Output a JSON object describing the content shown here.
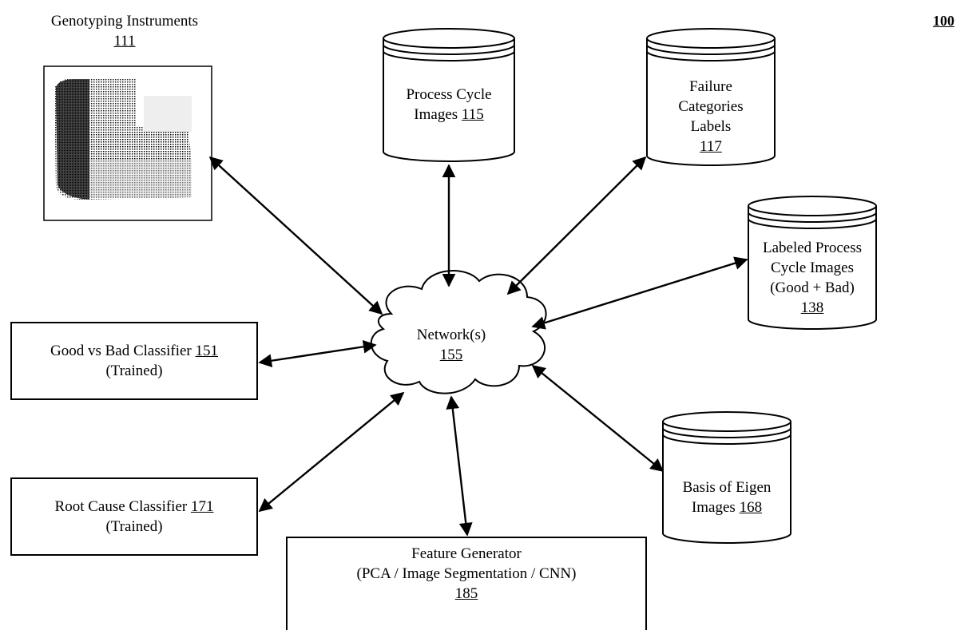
{
  "figure_number": "100",
  "nodes": {
    "genotyping_instruments": {
      "label": "Genotyping Instruments",
      "ref": "111"
    },
    "process_cycle_images": {
      "line1": "Process Cycle",
      "line2": "Images",
      "ref": "115"
    },
    "failure_categories_labels": {
      "line1": "Failure",
      "line2": "Categories",
      "line3": "Labels",
      "ref": "117"
    },
    "labeled_process_cycle_images": {
      "line1": "Labeled Process",
      "line2": "Cycle Images",
      "line3": "(Good + Bad)",
      "ref": "138"
    },
    "network": {
      "label": "Network(s)",
      "ref": "155"
    },
    "good_vs_bad_classifier": {
      "line1": "Good vs Bad Classifier",
      "ref": "151",
      "line2": "(Trained)"
    },
    "root_cause_classifier": {
      "line1": "Root Cause Classifier",
      "ref": "171",
      "line2": "(Trained)"
    },
    "basis_of_eigen_images": {
      "line1": "Basis of Eigen",
      "line2": "Images",
      "ref": "168"
    },
    "feature_generator": {
      "line1": "Feature Generator",
      "line2": "(PCA / Image Segmentation / CNN)",
      "ref": "185"
    }
  }
}
